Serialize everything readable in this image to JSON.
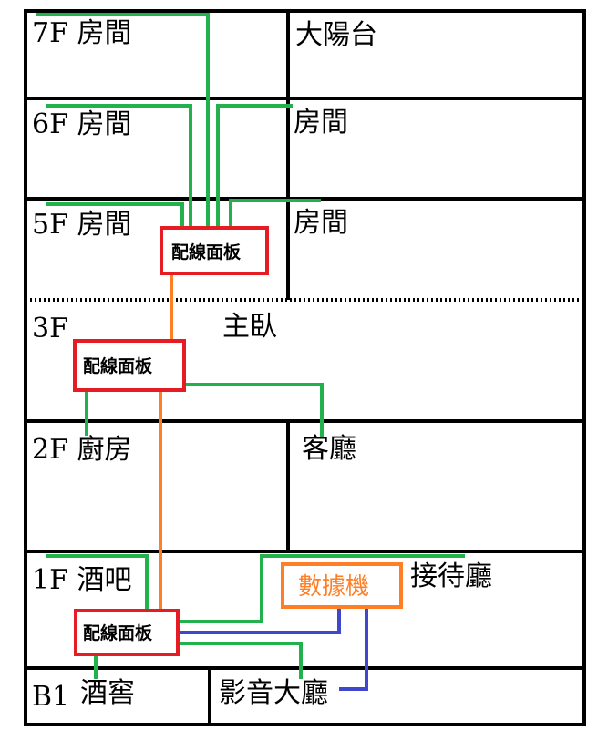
{
  "floors": {
    "f7": {
      "room": "7F 房間",
      "room2": "大陽台"
    },
    "f6": {
      "room": "6F 房間",
      "room2": "房間"
    },
    "f5": {
      "room": "5F 房間",
      "room2": "房間"
    },
    "f3": {
      "floor": "3F",
      "room": "主臥"
    },
    "f2": {
      "room": "2F 廚房",
      "room2": "客廳"
    },
    "f1": {
      "room": "1F 酒吧",
      "room2": "接待廳"
    },
    "b1": {
      "floor": "B1",
      "room": "酒窖",
      "room2": "影音大廳"
    }
  },
  "panels": {
    "p5": "配線面板",
    "p3": "配線面板",
    "p1": "配線面板"
  },
  "hub": "數據機",
  "colors": {
    "grid": "#000000",
    "panel_border": "#e51c23",
    "hub_border": "#ff7f27",
    "green_cable": "#22b14c",
    "orange_cable": "#ff7f27",
    "blue_cable": "#3f48cc"
  }
}
